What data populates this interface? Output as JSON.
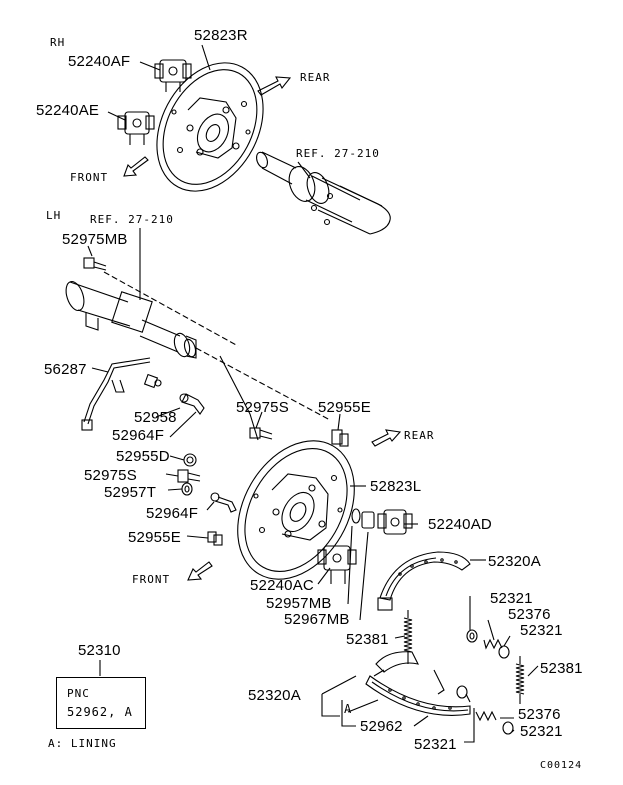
{
  "sections": {
    "rh": "RH",
    "lh": "LH"
  },
  "direction": {
    "rear": "REAR",
    "front": "FRONT"
  },
  "refs": {
    "upper": "REF. 27-210",
    "lower": "REF. 27-210"
  },
  "parts": {
    "p52823R": "52823R",
    "p52240AF": "52240AF",
    "p52240AE": "52240AE",
    "p52975MB": "52975MB",
    "p56287": "56287",
    "p52958": "52958",
    "p52964F_a": "52964F",
    "p52955D": "52955D",
    "p52975S_left": "52975S",
    "p52957T": "52957T",
    "p52964F_b": "52964F",
    "p52955E_left": "52955E",
    "p52975S_top": "52975S",
    "p52955E_top": "52955E",
    "p52823L": "52823L",
    "p52240AD": "52240AD",
    "p52320A_right": "52320A",
    "p52240AC": "52240AC",
    "p52957MB": "52957MB",
    "p52967MB": "52967MB",
    "p52381_left": "52381",
    "p52321_a": "52321",
    "p52376_a": "52376",
    "p52321_b": "52321",
    "p52381_right": "52381",
    "p52310": "52310",
    "p52320A_left": "52320A",
    "p52962": "52962",
    "p52376_b": "52376",
    "p52321_c": "52321",
    "p52321_d": "52321"
  },
  "callout_a": "A",
  "pnc_box": {
    "line1": "PNC",
    "line2": "52962, A"
  },
  "legend": "A: LINING",
  "code": "C00124"
}
